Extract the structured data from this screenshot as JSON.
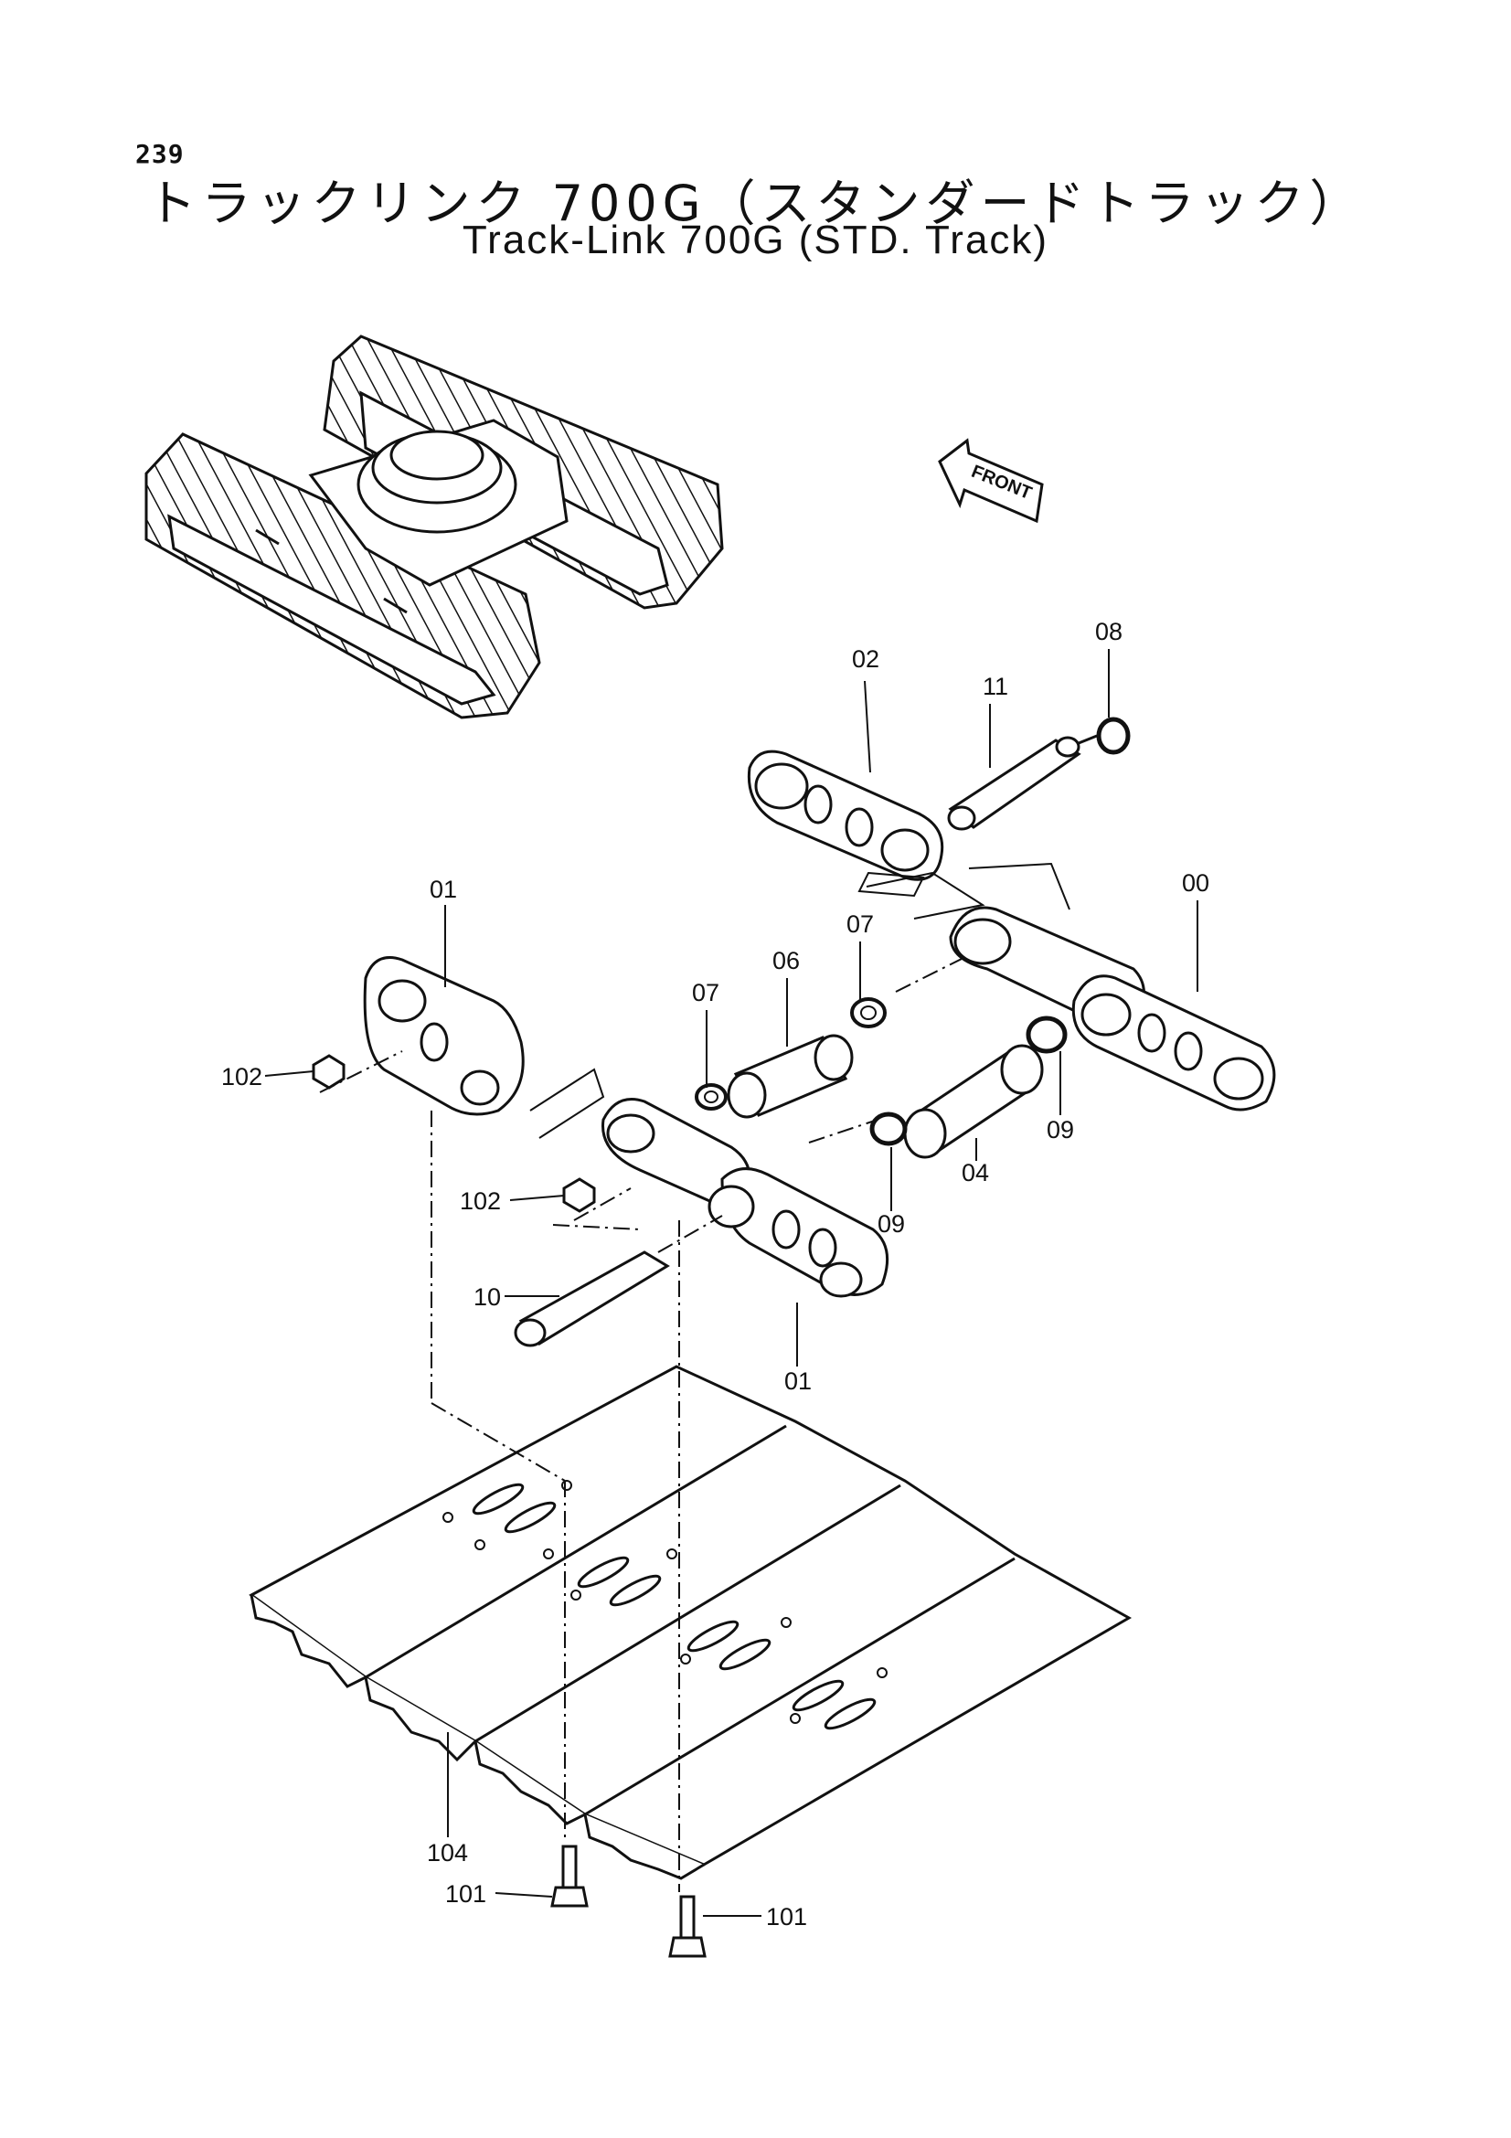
{
  "page": {
    "number": "239"
  },
  "title": {
    "japanese": "トラックリンク 700G（スタンダードトラック）",
    "english": "Track-Link 700G (STD. Track)"
  },
  "diagram": {
    "front_arrow": "FRONT",
    "callouts": {
      "c00": "00",
      "c01a": "01",
      "c01b": "01",
      "c02": "02",
      "c04": "04",
      "c06": "06",
      "c07a": "07",
      "c07b": "07",
      "c08": "08",
      "c09a": "09",
      "c09b": "09",
      "c10": "10",
      "c11": "11",
      "c101a": "101",
      "c101b": "101",
      "c102a": "102",
      "c102b": "102",
      "c104": "104"
    }
  }
}
